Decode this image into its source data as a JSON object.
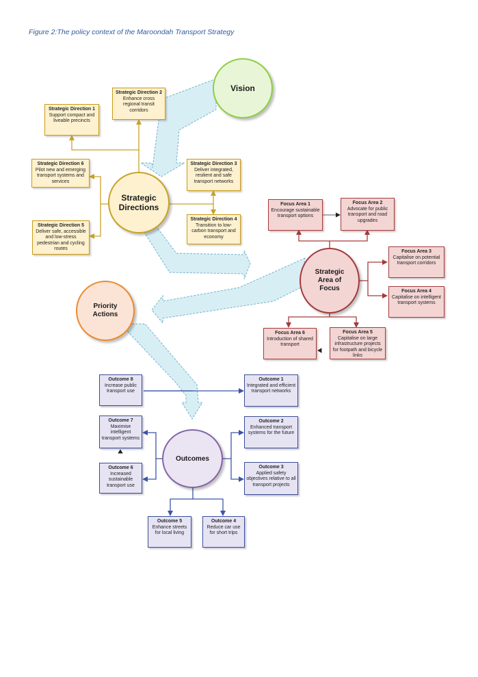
{
  "caption": "Figure 2:The policy context of the Maroondah Transport Strategy",
  "hubs": {
    "vision": "Vision",
    "strategic_directions": "Strategic\nDirections",
    "strategic_area_of_focus": "Strategic\nArea of\nFocus",
    "priority_actions": "Priority\nActions",
    "outcomes": "Outcomes"
  },
  "strategic_directions": [
    {
      "title": "Strategic Direction 1",
      "text": "Support compact and liveable precincts"
    },
    {
      "title": "Strategic Direction 2",
      "text": "Enhance cross regional transit corridors"
    },
    {
      "title": "Strategic Direction 3",
      "text": "Deliver integrated, resilient and safe transport networks"
    },
    {
      "title": "Strategic Direction 4",
      "text": "Transition to low-carbon transport and economy"
    },
    {
      "title": "Strategic Direction 5",
      "text": "Deliver safe, accessible and low-stress pedestrian and cycling routes"
    },
    {
      "title": "Strategic Direction 6",
      "text": "Pilot new and emerging transport systems and services"
    }
  ],
  "focus_areas": [
    {
      "title": "Focus Area 1",
      "text": "Encourage sustainable transport options"
    },
    {
      "title": "Focus Area 2",
      "text": "Advocate for public transport and road upgrades"
    },
    {
      "title": "Focus Area 3",
      "text": "Capitalise on potential transport corridors"
    },
    {
      "title": "Focus Area 4",
      "text": "Capitalise on intelligent transport systems"
    },
    {
      "title": "Focus Area 5",
      "text": "Capitalise on large infrastructure projects for footpath and bicycle links"
    },
    {
      "title": "Focus Area 6",
      "text": "Introduction of shared transport"
    }
  ],
  "outcomes": [
    {
      "title": "Outcome 1",
      "text": "Integrated and efficient transport networks"
    },
    {
      "title": "Outcome 2",
      "text": "Enhanced transport systems for the future"
    },
    {
      "title": "Outcome  3",
      "text": "Applied safety objectives relative to all transport projects"
    },
    {
      "title": "Outcome  4",
      "text": "Reduce car use for short trips"
    },
    {
      "title": "Outcome  5",
      "text": "Enhance streets for local living"
    },
    {
      "title": "Outcome 6",
      "text": "Increased sustainable transport use"
    },
    {
      "title": "Outcome 7",
      "text": "Maximise intelligent transport systems"
    },
    {
      "title": "Outcome 8",
      "text": "Increase public transport use"
    }
  ],
  "colors": {
    "strategic_line": "#c9a227",
    "strategic_fill": "#fdf1cf",
    "focus_line": "#a43a3a",
    "focus_fill": "#f3d5d4",
    "outcome_line": "#3b55a8",
    "outcome_fill": "#e6e3f3",
    "vision_border": "#8ccf3f",
    "priority_border": "#ec8a2c",
    "priority_fill": "#fbe4d6",
    "flow_arrow": "#d7eef5",
    "flow_arrow_border": "#6fb3c8",
    "caption": "#2f5c9c"
  }
}
